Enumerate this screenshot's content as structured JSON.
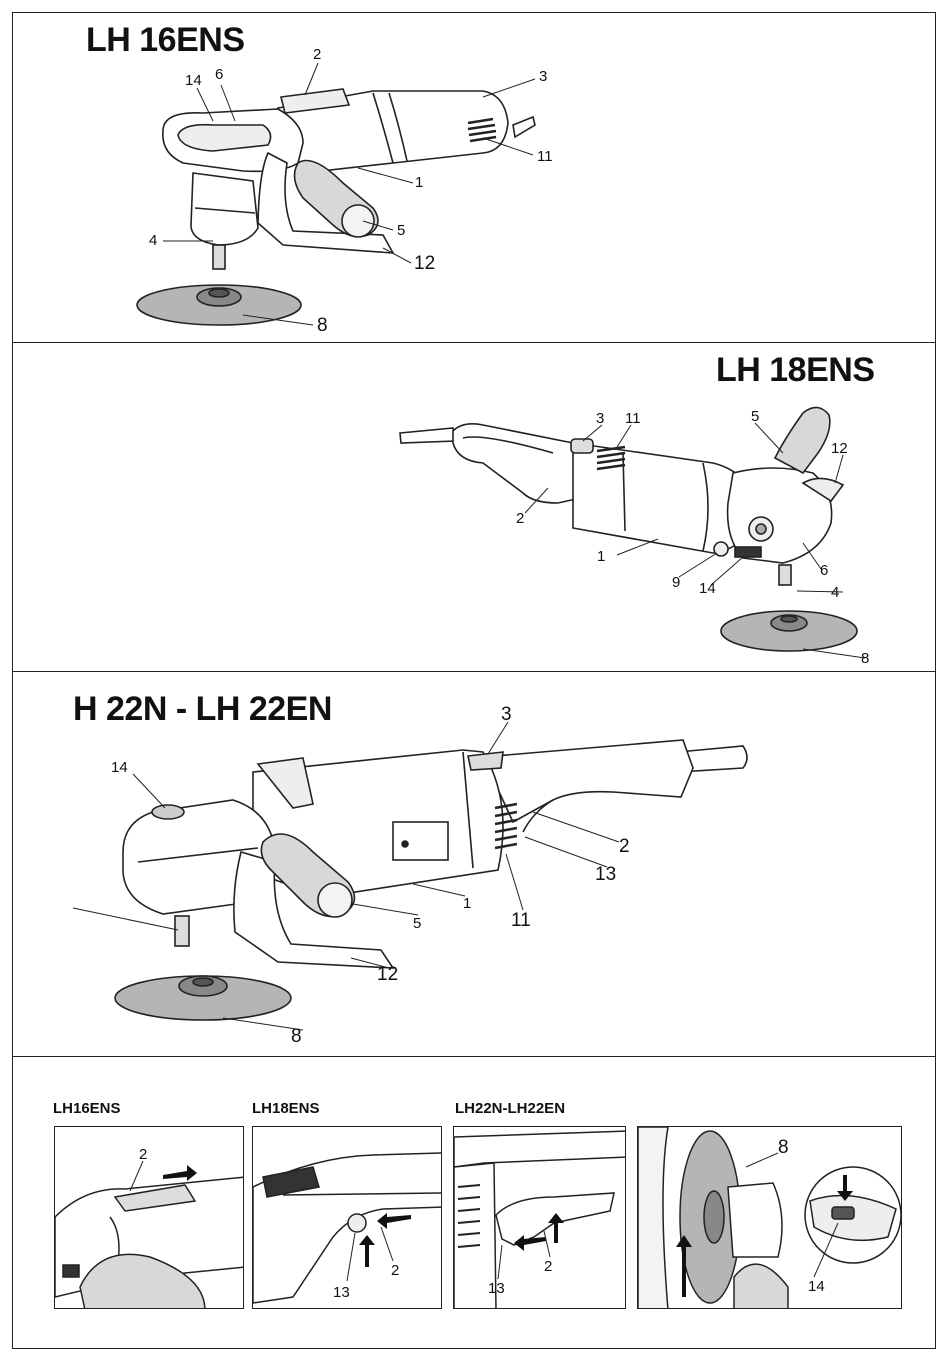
{
  "panels": [
    {
      "title": "LH 16ENS",
      "callouts": [
        "14",
        "6",
        "2",
        "3",
        "11",
        "1",
        "5",
        "4",
        "12",
        "8"
      ]
    },
    {
      "title": "LH 18ENS",
      "callouts": [
        "3",
        "11",
        "5",
        "12",
        "2",
        "1",
        "9",
        "14",
        "6",
        "4",
        "8"
      ]
    },
    {
      "title": "H 22N - LH 22EN",
      "callouts": [
        "3",
        "14",
        "2",
        "13",
        "1",
        "5",
        "11",
        "12",
        "8"
      ]
    }
  ],
  "details": {
    "labels": [
      "LH16ENS",
      "LH18ENS",
      "LH22N-LH22EN"
    ],
    "box1": [
      "2"
    ],
    "box2": [
      "13",
      "2"
    ],
    "box3": [
      "13",
      "2"
    ],
    "box4": [
      "8",
      "14"
    ]
  },
  "colors": {
    "line": "#222222",
    "disc": "#b5b5b5",
    "grip": "#d8d8d8",
    "arrow": "#111111"
  }
}
